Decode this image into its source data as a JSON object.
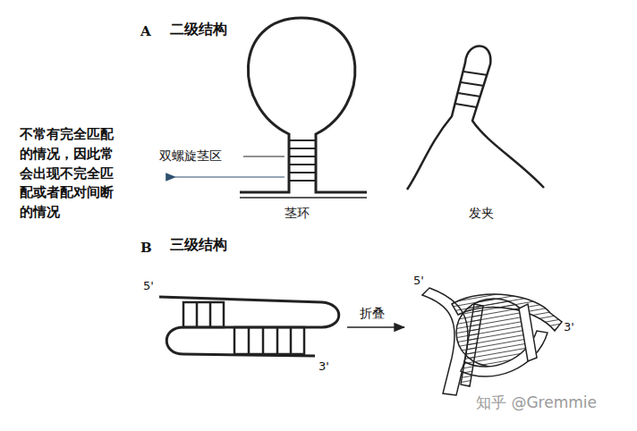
{
  "diagram": {
    "labels": [
      "A",
      "二级结构",
      "不常有完全匹配的情况，因此常会出现不完全匹配或者配对间断的情况",
      "双螺旋茎区",
      "茎环",
      "发夹",
      "B",
      "三级结构",
      "5'",
      "3'",
      "折叠",
      "5'",
      "3'",
      "知乎 @Gremmie"
    ]
  }
}
